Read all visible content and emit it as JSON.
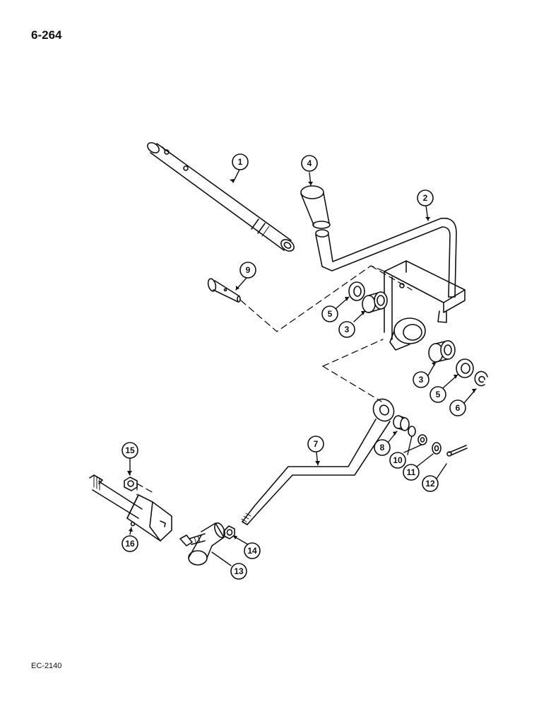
{
  "header": {
    "page_number": "6-264"
  },
  "footer": {
    "figure_code": "EC-2140"
  },
  "callouts": [
    {
      "id": "c1",
      "label": "1"
    },
    {
      "id": "c4",
      "label": "4"
    },
    {
      "id": "c2",
      "label": "2"
    },
    {
      "id": "c9",
      "label": "9"
    },
    {
      "id": "c5a",
      "label": "5"
    },
    {
      "id": "c3a",
      "label": "3"
    },
    {
      "id": "c3b",
      "label": "3"
    },
    {
      "id": "c5b",
      "label": "5"
    },
    {
      "id": "c6",
      "label": "6"
    },
    {
      "id": "c7",
      "label": "7"
    },
    {
      "id": "c8",
      "label": "8"
    },
    {
      "id": "c10",
      "label": "10"
    },
    {
      "id": "c11",
      "label": "11"
    },
    {
      "id": "c12",
      "label": "12"
    },
    {
      "id": "c15",
      "label": "15"
    },
    {
      "id": "c16",
      "label": "16"
    },
    {
      "id": "c14",
      "label": "14"
    },
    {
      "id": "c13",
      "label": "13"
    }
  ]
}
